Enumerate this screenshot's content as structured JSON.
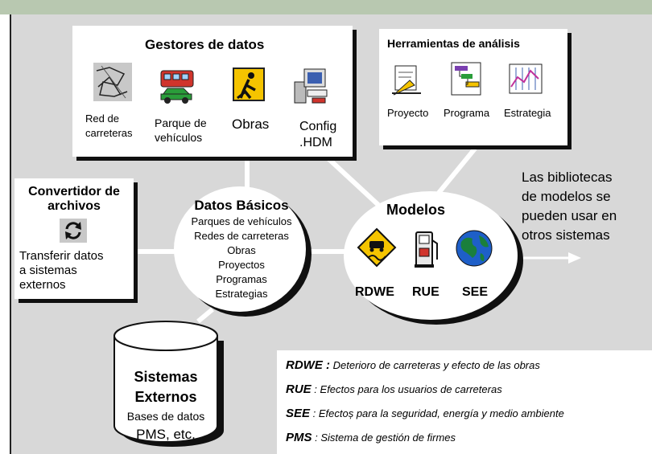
{
  "gestores": {
    "title": "Gestores de datos",
    "items": [
      {
        "label1": "Red de",
        "label2": "carreteras",
        "icon": "road-network-icon"
      },
      {
        "label1": "Parque de",
        "label2": "vehículos",
        "icon": "vehicles-icon"
      },
      {
        "label1": "Obras",
        "label2": "",
        "icon": "road-works-icon"
      },
      {
        "label1": "Config",
        "label2": ".HDM",
        "icon": "computer-config-icon"
      }
    ]
  },
  "herramientas": {
    "title": "Herramientas de análisis",
    "items": [
      "Proyecto",
      "Programa",
      "Estrategia"
    ]
  },
  "convertidor": {
    "title1": "Convertidor de",
    "title2": "archivos",
    "lines": [
      "Transferir datos",
      "a sistemas",
      "externos"
    ]
  },
  "datos_basicos": {
    "title": "Datos Básicos",
    "lines": [
      "Parques de vehículos",
      "Redes de carreteras",
      "Obras",
      "Proyectos",
      "Programas",
      "Estrategias"
    ]
  },
  "modelos": {
    "title": "Modelos",
    "items": [
      "RDWE",
      "RUE",
      "SEE"
    ]
  },
  "bibliotecas": {
    "lines": [
      "Las bibliotecas",
      "de modelos se",
      "pueden usar en",
      "otros sistemas"
    ]
  },
  "sistemas": {
    "title1": "Sistemas",
    "title2": "Externos",
    "lines": [
      "Bases de datos",
      "PMS, etc."
    ]
  },
  "legend": [
    {
      "key": "RDWE :",
      "desc": "Deterioro de carreteras y efecto de las obras"
    },
    {
      "key": "RUE",
      "desc": ": Efectos para los usuarios de carreteras"
    },
    {
      "key": "SEE",
      "desc": ": Efectoș para la seguridad, energía y medio ambiente"
    },
    {
      "key": "PMS",
      "desc": ": Sistema de gestión de firmes"
    }
  ],
  "colors": {
    "panel": "#d8d8d8",
    "shadow": "#101010",
    "sign": "#f5c400",
    "globe": "#1a7f3c"
  }
}
